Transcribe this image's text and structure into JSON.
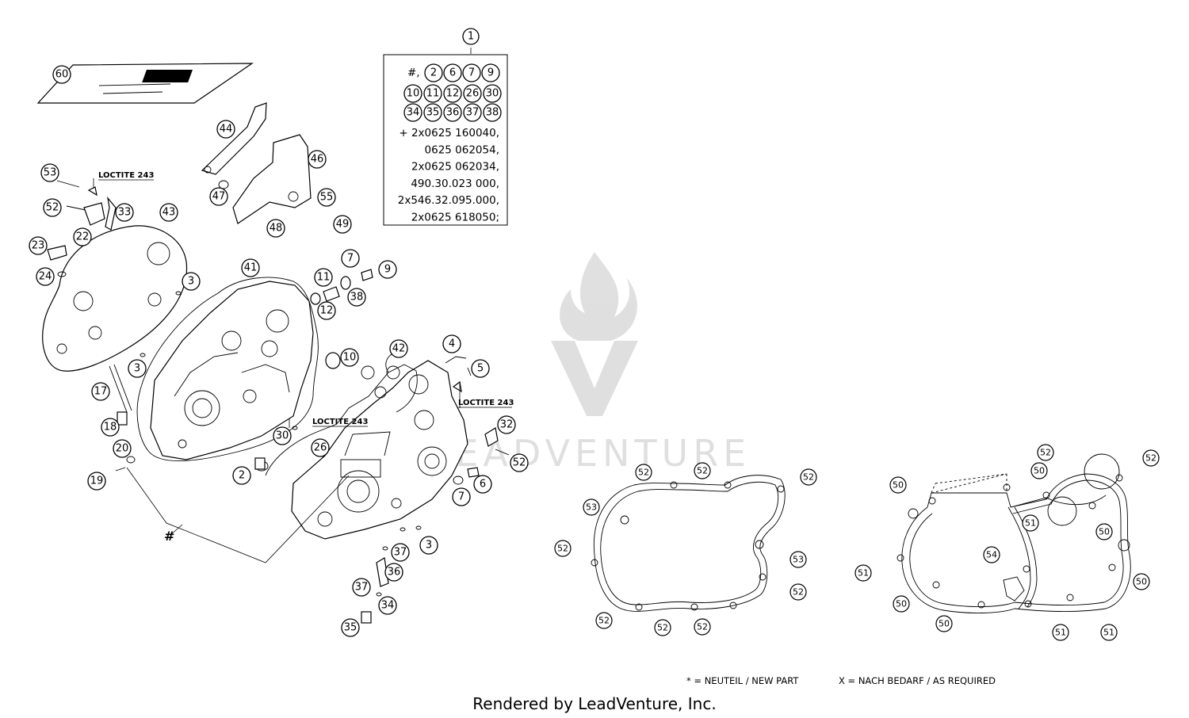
{
  "kit_box": {
    "callout": "1",
    "row1_prefix": "#,",
    "row1": [
      "2",
      "6",
      "7",
      "9"
    ],
    "row2": [
      "10",
      "11",
      "12",
      "26",
      "30"
    ],
    "row3": [
      "34",
      "35",
      "36",
      "37",
      "38"
    ],
    "lines": [
      "+ 2x0625 160040,",
      "0625 062054,",
      "2x0625 062034,",
      "490.30.023 000,",
      "2x546.32.095.000,",
      "2x0625 618050;"
    ]
  },
  "loctite_labels": [
    "LOCTITE 243",
    "LOCTITE 243",
    "LOCTITE 243"
  ],
  "assembly_mark": "#",
  "callouts": [
    "60",
    "44",
    "46",
    "47",
    "55",
    "48",
    "49",
    "53",
    "52",
    "33",
    "43",
    "22",
    "23",
    "24",
    "3",
    "41",
    "7",
    "9",
    "11",
    "38",
    "12",
    "10",
    "42",
    "4",
    "5",
    "17",
    "18",
    "3",
    "30",
    "26",
    "32",
    "52",
    "20",
    "2",
    "6",
    "19",
    "7",
    "3",
    "37",
    "36",
    "37",
    "34",
    "35"
  ],
  "gasket_left_callouts": [
    "52",
    "52",
    "52",
    "53",
    "52",
    "53",
    "52",
    "52",
    "52"
  ],
  "gasket_right_callouts": [
    "52",
    "52",
    "50",
    "50",
    "51",
    "50",
    "54",
    "51",
    "50",
    "50",
    "50",
    "51",
    "51"
  ],
  "legend": {
    "new_part": "* = NEUTEIL / NEW PART",
    "as_required": "X = NACH BEDARF / AS REQUIRED"
  },
  "credit": "Rendered by LeadVenture, Inc.",
  "watermark": "LEADVENTURE"
}
